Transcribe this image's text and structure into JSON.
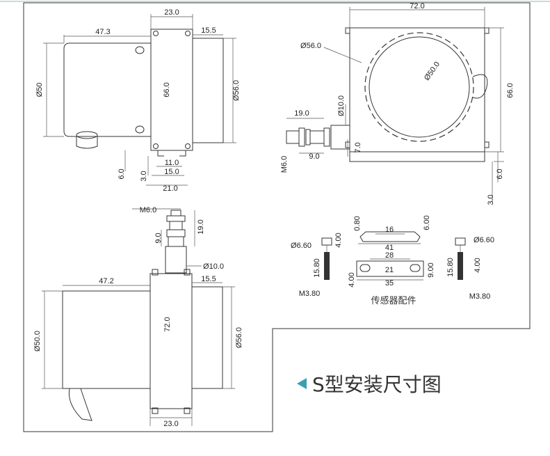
{
  "title": "S型安装尺寸图",
  "accessories_label": "传感器配件",
  "colors": {
    "accent": "#3a9fb5",
    "line": "#333333"
  },
  "view_top_left": {
    "body_len": "47.3",
    "flange_w": "23.0",
    "drum_len": "15.5",
    "dia_left": "Ø50",
    "height": "66.0",
    "drum_dia": "Ø56.0",
    "d_11": "11.0",
    "d_15": "15.0",
    "d_21": "21.0",
    "d_6": "6.0",
    "d_3": "3.0"
  },
  "view_top_right": {
    "width": "72.0",
    "ring_dia": "Ø56.0",
    "inner_dia": "Ø50.0",
    "height": "66.0",
    "cable_len": "19.0",
    "cable_dia": "Ø10.0",
    "thread": "M6.0",
    "nut": "9.0",
    "d_7": "7.0",
    "d_6": "6.0",
    "d_3": "3.0"
  },
  "view_bottom_left": {
    "thread": "M6.0",
    "cable_len": "19.0",
    "nut": "9.0",
    "cable_dia": "Ø10.0",
    "body_len": "47.2",
    "drum_len": "15.5",
    "dia_left": "Ø50.0",
    "height": "72.0",
    "drum_dia": "Ø56.0",
    "flange_w": "23.0"
  },
  "accessories": {
    "screw_left": {
      "head": "Ø6.60",
      "head_h": "4.00",
      "len": "15.80",
      "thread": "M3.80"
    },
    "clip": {
      "t": "0.80",
      "inner": "16",
      "h": "6.00",
      "outer": "41"
    },
    "plate": {
      "top": "28",
      "slot": "21",
      "w": "35",
      "h": "9.00",
      "t": "4.00"
    },
    "screw_right": {
      "head": "Ø6.60",
      "head_h": "4.00",
      "len": "15.80",
      "thread": "M3.80"
    }
  }
}
